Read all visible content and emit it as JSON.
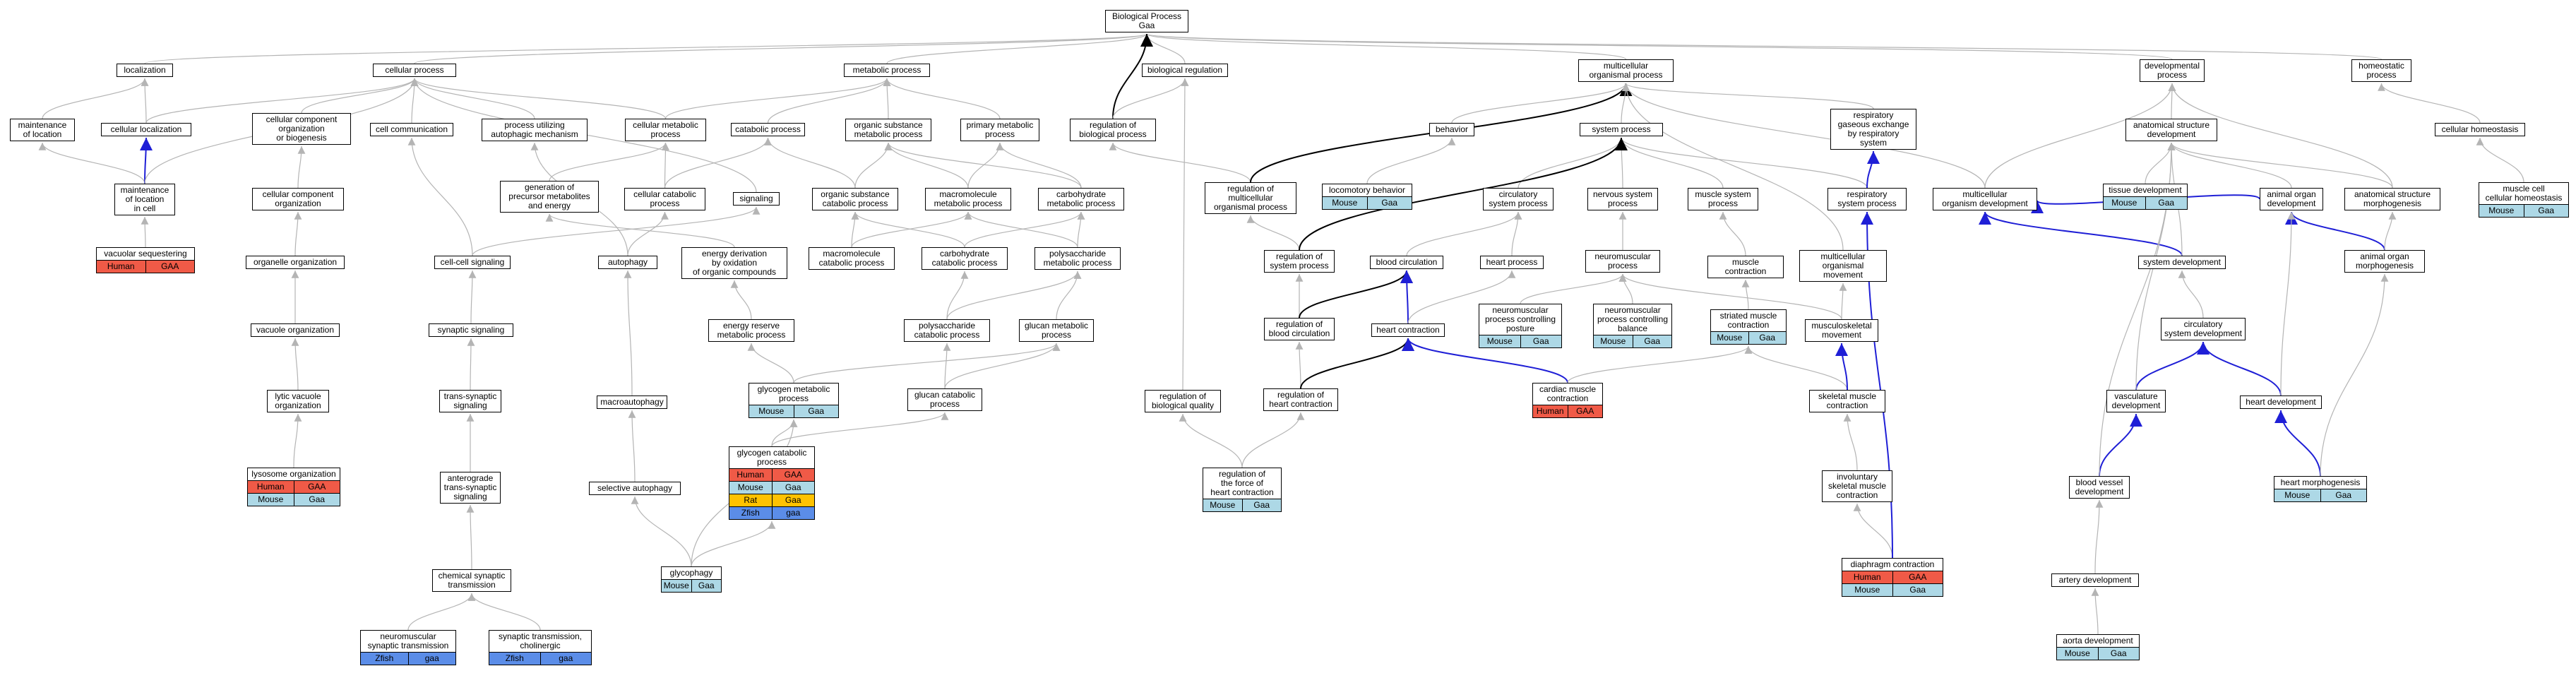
{
  "colors": {
    "human": "#f05a47",
    "mouse": "#add8e6",
    "rat": "#ffc200",
    "zfish": "#5b8de8",
    "edge_is_a": "#b4b4b4",
    "edge_regulates": "#000000",
    "edge_part_of": "#1f1fd6"
  },
  "nodes": [
    {
      "key": "bp",
      "label": "Biological Process\nGaa"
    },
    {
      "key": "loc",
      "label": "localization"
    },
    {
      "key": "cp",
      "label": "cellular process"
    },
    {
      "key": "mp",
      "label": "metabolic process"
    },
    {
      "key": "breg",
      "label": "biological regulation"
    },
    {
      "key": "mop",
      "label": "multicellular\norganismal process"
    },
    {
      "key": "dp",
      "label": "developmental\nprocess"
    },
    {
      "key": "hp",
      "label": "homeostatic\nprocess"
    },
    {
      "key": "mol",
      "label": "maintenance\nof location"
    },
    {
      "key": "cl",
      "label": "cellular localization"
    },
    {
      "key": "ccob",
      "label": "cellular component\norganization\nor biogenesis"
    },
    {
      "key": "cc",
      "label": "cell communication"
    },
    {
      "key": "puam",
      "label": "process utilizing\nautophagic mechanism"
    },
    {
      "key": "cmp",
      "label": "cellular metabolic\nprocess"
    },
    {
      "key": "catp",
      "label": "catabolic process"
    },
    {
      "key": "osmp",
      "label": "organic substance\nmetabolic process"
    },
    {
      "key": "pmp",
      "label": "primary metabolic\nprocess"
    },
    {
      "key": "rbp",
      "label": "regulation of\nbiological process"
    },
    {
      "key": "beh",
      "label": "behavior"
    },
    {
      "key": "sp",
      "label": "system process"
    },
    {
      "key": "rgerp",
      "label": "respiratory\ngaseous exchange\nby respiratory\nsystem"
    },
    {
      "key": "asd",
      "label": "anatomical structure\ndevelopment"
    },
    {
      "key": "chom",
      "label": "cellular homeostasis"
    },
    {
      "key": "molc",
      "label": "maintenance\nof location\nin cell"
    },
    {
      "key": "cco",
      "label": "cellular component\norganization"
    },
    {
      "key": "gpme",
      "label": "generation of\nprecursor metabolites\nand energy"
    },
    {
      "key": "ccp",
      "label": "cellular catabolic\nprocess"
    },
    {
      "key": "sig",
      "label": "signaling"
    },
    {
      "key": "oscp",
      "label": "organic substance\ncatabolic process"
    },
    {
      "key": "mmp",
      "label": "macromolecule\nmetabolic process"
    },
    {
      "key": "chmp",
      "label": "carbohydrate\nmetabolic process"
    },
    {
      "key": "rmop",
      "label": "regulation of\nmulticellular\norganismal process"
    },
    {
      "key": "lb",
      "label": "locomotory behavior",
      "ann": [
        {
          "sp": "mouse",
          "text": "Mouse"
        },
        {
          "sp": "mouse",
          "text": "Gaa"
        }
      ]
    },
    {
      "key": "csp",
      "label": "circulatory\nsystem process"
    },
    {
      "key": "nsp",
      "label": "nervous system\nprocess"
    },
    {
      "key": "msp",
      "label": "muscle system\nprocess"
    },
    {
      "key": "rsp",
      "label": "respiratory\nsystem process"
    },
    {
      "key": "mod",
      "label": "multicellular\norganism development"
    },
    {
      "key": "td",
      "label": "tissue development",
      "ann": [
        {
          "sp": "mouse",
          "text": "Mouse"
        },
        {
          "sp": "mouse",
          "text": "Gaa"
        }
      ]
    },
    {
      "key": "aod",
      "label": "animal organ\ndevelopment"
    },
    {
      "key": "asm",
      "label": "anatomical structure\nmorphogenesis"
    },
    {
      "key": "mcch",
      "label": "muscle cell\ncellular homeostasis",
      "ann": [
        {
          "sp": "mouse",
          "text": "Mouse"
        },
        {
          "sp": "mouse",
          "text": "Gaa"
        }
      ]
    },
    {
      "key": "vs",
      "label": "vacuolar sequestering",
      "ann": [
        {
          "sp": "human",
          "text": "Human"
        },
        {
          "sp": "human",
          "text": "GAA"
        }
      ]
    },
    {
      "key": "oo",
      "label": "organelle organization"
    },
    {
      "key": "ccs",
      "label": "cell-cell signaling"
    },
    {
      "key": "auto",
      "label": "autophagy"
    },
    {
      "key": "edox",
      "label": "energy derivation\nby oxidation\nof organic compounds"
    },
    {
      "key": "mcp",
      "label": "macromolecule\ncatabolic process"
    },
    {
      "key": "chcp",
      "label": "carbohydrate\ncatabolic process"
    },
    {
      "key": "psmp",
      "label": "polysaccharide\nmetabolic process"
    },
    {
      "key": "rsyp",
      "label": "regulation of\nsystem process"
    },
    {
      "key": "bc",
      "label": "blood circulation"
    },
    {
      "key": "hrtp",
      "label": "heart process"
    },
    {
      "key": "nmp",
      "label": "neuromuscular\nprocess"
    },
    {
      "key": "mc",
      "label": "muscle contraction"
    },
    {
      "key": "mom",
      "label": "multicellular\norganismal movement"
    },
    {
      "key": "sd",
      "label": "system development"
    },
    {
      "key": "aom",
      "label": "animal organ\nmorphogenesis"
    },
    {
      "key": "vo",
      "label": "vacuole organization"
    },
    {
      "key": "ss",
      "label": "synaptic signaling"
    },
    {
      "key": "erm",
      "label": "energy reserve\nmetabolic process"
    },
    {
      "key": "pcp",
      "label": "polysaccharide\ncatabolic process"
    },
    {
      "key": "gmp",
      "label": "glucan metabolic\nprocess"
    },
    {
      "key": "rbc",
      "label": "regulation of\nblood circulation"
    },
    {
      "key": "hc",
      "label": "heart contraction"
    },
    {
      "key": "npcp",
      "label": "neuromuscular\nprocess controlling\nposture",
      "ann": [
        {
          "sp": "mouse",
          "text": "Mouse"
        },
        {
          "sp": "mouse",
          "text": "Gaa"
        }
      ]
    },
    {
      "key": "npcb",
      "label": "neuromuscular\nprocess controlling\nbalance",
      "ann": [
        {
          "sp": "mouse",
          "text": "Mouse"
        },
        {
          "sp": "mouse",
          "text": "Gaa"
        }
      ]
    },
    {
      "key": "smc",
      "label": "striated muscle\ncontraction",
      "ann": [
        {
          "sp": "mouse",
          "text": "Mouse"
        },
        {
          "sp": "mouse",
          "text": "Gaa"
        }
      ]
    },
    {
      "key": "msm",
      "label": "musculoskeletal\nmovement"
    },
    {
      "key": "csd",
      "label": "circulatory\nsystem development"
    },
    {
      "key": "lvo",
      "label": "lytic vacuole\norganization"
    },
    {
      "key": "tss",
      "label": "trans-synaptic\nsignaling"
    },
    {
      "key": "mac",
      "label": "macroautophagy"
    },
    {
      "key": "gmet",
      "label": "glycogen metabolic\nprocess",
      "ann": [
        {
          "sp": "mouse",
          "text": "Mouse"
        },
        {
          "sp": "mouse",
          "text": "Gaa"
        }
      ]
    },
    {
      "key": "gcp",
      "label": "glucan catabolic\nprocess"
    },
    {
      "key": "rbq",
      "label": "regulation of\nbiological quality"
    },
    {
      "key": "rhc",
      "label": "regulation of\nheart contraction"
    },
    {
      "key": "cmc",
      "label": "cardiac muscle\ncontraction",
      "ann": [
        {
          "sp": "human",
          "text": "Human"
        },
        {
          "sp": "human",
          "text": "GAA"
        }
      ]
    },
    {
      "key": "skmc",
      "label": "skeletal muscle\ncontraction"
    },
    {
      "key": "vd",
      "label": "vasculature\ndevelopment"
    },
    {
      "key": "hd",
      "label": "heart development"
    },
    {
      "key": "lo",
      "label": "lysosome organization",
      "ann": [
        {
          "sp": "human",
          "text": "Human"
        },
        {
          "sp": "human",
          "text": "GAA"
        },
        {
          "sp": "mouse",
          "text": "Mouse"
        },
        {
          "sp": "mouse",
          "text": "Gaa"
        }
      ]
    },
    {
      "key": "atss",
      "label": "anterograde\ntrans-synaptic\nsignaling"
    },
    {
      "key": "sa",
      "label": "selective autophagy"
    },
    {
      "key": "gcat",
      "label": "glycogen catabolic\nprocess",
      "ann": [
        {
          "sp": "human",
          "text": "Human"
        },
        {
          "sp": "human",
          "text": "GAA"
        },
        {
          "sp": "mouse",
          "text": "Mouse"
        },
        {
          "sp": "mouse",
          "text": "Gaa"
        },
        {
          "sp": "rat",
          "text": "Rat"
        },
        {
          "sp": "rat",
          "text": "Gaa"
        },
        {
          "sp": "zfish",
          "text": "Zfish"
        },
        {
          "sp": "zfish",
          "text": "gaa"
        }
      ]
    },
    {
      "key": "rfhc",
      "label": "regulation of\nthe force of\nheart contraction",
      "ann": [
        {
          "sp": "mouse",
          "text": "Mouse"
        },
        {
          "sp": "mouse",
          "text": "Gaa"
        }
      ]
    },
    {
      "key": "ivsmc",
      "label": "involuntary\nskeletal muscle\ncontraction"
    },
    {
      "key": "bvd",
      "label": "blood vessel\ndevelopment"
    },
    {
      "key": "hm",
      "label": "heart morphogenesis",
      "ann": [
        {
          "sp": "mouse",
          "text": "Mouse"
        },
        {
          "sp": "mouse",
          "text": "Gaa"
        }
      ]
    },
    {
      "key": "cst",
      "label": "chemical synaptic\ntransmission"
    },
    {
      "key": "glyc",
      "label": "glycophagy",
      "ann": [
        {
          "sp": "mouse",
          "text": "Mouse"
        },
        {
          "sp": "mouse",
          "text": "Gaa"
        }
      ]
    },
    {
      "key": "dc",
      "label": "diaphragm contraction",
      "ann": [
        {
          "sp": "human",
          "text": "Human"
        },
        {
          "sp": "human",
          "text": "GAA"
        },
        {
          "sp": "mouse",
          "text": "Mouse"
        },
        {
          "sp": "mouse",
          "text": "Gaa"
        }
      ]
    },
    {
      "key": "ad",
      "label": "artery development"
    },
    {
      "key": "nmst",
      "label": "neuromuscular\nsynaptic transmission",
      "ann": [
        {
          "sp": "zfish",
          "text": "Zfish"
        },
        {
          "sp": "zfish",
          "text": "gaa"
        }
      ]
    },
    {
      "key": "stc",
      "label": "synaptic transmission,\ncholinergic",
      "ann": [
        {
          "sp": "zfish",
          "text": "Zfish"
        },
        {
          "sp": "zfish",
          "text": "gaa"
        }
      ]
    },
    {
      "key": "aod2",
      "label": "aorta development",
      "ann": [
        {
          "sp": "mouse",
          "text": "Mouse"
        },
        {
          "sp": "mouse",
          "text": "Gaa"
        }
      ]
    }
  ],
  "edges": [
    [
      "loc",
      "bp",
      "is_a"
    ],
    [
      "cp",
      "bp",
      "is_a"
    ],
    [
      "mp",
      "bp",
      "is_a"
    ],
    [
      "breg",
      "bp",
      "is_a"
    ],
    [
      "mop",
      "bp",
      "is_a"
    ],
    [
      "dp",
      "bp",
      "is_a"
    ],
    [
      "hp",
      "bp",
      "is_a"
    ],
    [
      "rbp",
      "bp",
      "regulates"
    ],
    [
      "mol",
      "loc",
      "is_a"
    ],
    [
      "cl",
      "loc",
      "is_a"
    ],
    [
      "cl",
      "cp",
      "is_a"
    ],
    [
      "ccob",
      "cp",
      "is_a"
    ],
    [
      "cc",
      "cp",
      "is_a"
    ],
    [
      "puam",
      "cp",
      "is_a"
    ],
    [
      "cmp",
      "cp",
      "is_a"
    ],
    [
      "cmp",
      "mp",
      "is_a"
    ],
    [
      "catp",
      "mp",
      "is_a"
    ],
    [
      "osmp",
      "mp",
      "is_a"
    ],
    [
      "pmp",
      "mp",
      "is_a"
    ],
    [
      "rbp",
      "breg",
      "is_a"
    ],
    [
      "molc",
      "mol",
      "is_a"
    ],
    [
      "molc",
      "cl",
      "part_of"
    ],
    [
      "molc",
      "cp",
      "is_a"
    ],
    [
      "cco",
      "ccob",
      "is_a"
    ],
    [
      "gpme",
      "cmp",
      "is_a"
    ],
    [
      "ccp",
      "cmp",
      "is_a"
    ],
    [
      "ccp",
      "catp",
      "is_a"
    ],
    [
      "sig",
      "cp",
      "is_a"
    ],
    [
      "oscp",
      "catp",
      "is_a"
    ],
    [
      "oscp",
      "osmp",
      "is_a"
    ],
    [
      "mmp",
      "osmp",
      "is_a"
    ],
    [
      "mmp",
      "pmp",
      "is_a"
    ],
    [
      "chmp",
      "osmp",
      "is_a"
    ],
    [
      "chmp",
      "pmp",
      "is_a"
    ],
    [
      "rmop",
      "rbp",
      "is_a"
    ],
    [
      "rmop",
      "mop",
      "regulates"
    ],
    [
      "beh",
      "mop",
      "is_a"
    ],
    [
      "sp",
      "mop",
      "is_a"
    ],
    [
      "rgerp",
      "mop",
      "is_a"
    ],
    [
      "lb",
      "beh",
      "is_a"
    ],
    [
      "csp",
      "sp",
      "is_a"
    ],
    [
      "nsp",
      "sp",
      "is_a"
    ],
    [
      "msp",
      "sp",
      "is_a"
    ],
    [
      "rsp",
      "sp",
      "is_a"
    ],
    [
      "rsp",
      "rgerp",
      "part_of"
    ],
    [
      "mod",
      "mop",
      "is_a"
    ],
    [
      "mod",
      "dp",
      "is_a"
    ],
    [
      "asd",
      "dp",
      "is_a"
    ],
    [
      "td",
      "asd",
      "is_a"
    ],
    [
      "aod",
      "asd",
      "is_a"
    ],
    [
      "asm",
      "asd",
      "is_a"
    ],
    [
      "asm",
      "dp",
      "is_a"
    ],
    [
      "aod",
      "mod",
      "part_of"
    ],
    [
      "chom",
      "hp",
      "is_a"
    ],
    [
      "mcch",
      "chom",
      "is_a"
    ],
    [
      "vs",
      "molc",
      "is_a"
    ],
    [
      "oo",
      "cco",
      "is_a"
    ],
    [
      "ccs",
      "cc",
      "is_a"
    ],
    [
      "ccs",
      "sig",
      "is_a"
    ],
    [
      "auto",
      "puam",
      "is_a"
    ],
    [
      "auto",
      "ccp",
      "is_a"
    ],
    [
      "edox",
      "gpme",
      "is_a"
    ],
    [
      "mcp",
      "oscp",
      "is_a"
    ],
    [
      "mcp",
      "mmp",
      "is_a"
    ],
    [
      "chcp",
      "oscp",
      "is_a"
    ],
    [
      "chcp",
      "chmp",
      "is_a"
    ],
    [
      "psmp",
      "mmp",
      "is_a"
    ],
    [
      "psmp",
      "chmp",
      "is_a"
    ],
    [
      "rsyp",
      "rmop",
      "is_a"
    ],
    [
      "rsyp",
      "sp",
      "regulates"
    ],
    [
      "bc",
      "csp",
      "is_a"
    ],
    [
      "hrtp",
      "csp",
      "is_a"
    ],
    [
      "nmp",
      "nsp",
      "is_a"
    ],
    [
      "mc",
      "msp",
      "is_a"
    ],
    [
      "mom",
      "mop",
      "is_a"
    ],
    [
      "sd",
      "mod",
      "part_of"
    ],
    [
      "sd",
      "asd",
      "is_a"
    ],
    [
      "aom",
      "aod",
      "part_of"
    ],
    [
      "aom",
      "asm",
      "is_a"
    ],
    [
      "vo",
      "oo",
      "is_a"
    ],
    [
      "ss",
      "ccs",
      "is_a"
    ],
    [
      "erm",
      "edox",
      "is_a"
    ],
    [
      "pcp",
      "chcp",
      "is_a"
    ],
    [
      "pcp",
      "psmp",
      "is_a"
    ],
    [
      "gmp",
      "psmp",
      "is_a"
    ],
    [
      "rbc",
      "rsyp",
      "is_a"
    ],
    [
      "rbc",
      "bc",
      "regulates"
    ],
    [
      "hc",
      "bc",
      "part_of"
    ],
    [
      "hc",
      "hrtp",
      "is_a"
    ],
    [
      "npcp",
      "nmp",
      "is_a"
    ],
    [
      "npcb",
      "nmp",
      "is_a"
    ],
    [
      "smc",
      "mc",
      "is_a"
    ],
    [
      "msm",
      "mom",
      "is_a"
    ],
    [
      "msm",
      "nmp",
      "is_a"
    ],
    [
      "csd",
      "sd",
      "is_a"
    ],
    [
      "lvo",
      "vo",
      "is_a"
    ],
    [
      "tss",
      "ss",
      "is_a"
    ],
    [
      "mac",
      "auto",
      "is_a"
    ],
    [
      "gmet",
      "erm",
      "is_a"
    ],
    [
      "gmet",
      "gmp",
      "is_a"
    ],
    [
      "gcp",
      "pcp",
      "is_a"
    ],
    [
      "gcp",
      "gmp",
      "is_a"
    ],
    [
      "rbq",
      "breg",
      "is_a"
    ],
    [
      "rhc",
      "rbc",
      "is_a"
    ],
    [
      "rhc",
      "hc",
      "regulates"
    ],
    [
      "cmc",
      "hc",
      "part_of"
    ],
    [
      "cmc",
      "smc",
      "is_a"
    ],
    [
      "skmc",
      "smc",
      "is_a"
    ],
    [
      "skmc",
      "msm",
      "part_of"
    ],
    [
      "vd",
      "csd",
      "part_of"
    ],
    [
      "vd",
      "asd",
      "is_a"
    ],
    [
      "hd",
      "csd",
      "part_of"
    ],
    [
      "hd",
      "aod",
      "is_a"
    ],
    [
      "lo",
      "lvo",
      "is_a"
    ],
    [
      "atss",
      "tss",
      "is_a"
    ],
    [
      "sa",
      "mac",
      "is_a"
    ],
    [
      "gcat",
      "gmet",
      "is_a"
    ],
    [
      "gcat",
      "gcp",
      "is_a"
    ],
    [
      "rfhc",
      "rhc",
      "is_a"
    ],
    [
      "rfhc",
      "rbq",
      "is_a"
    ],
    [
      "ivsmc",
      "skmc",
      "is_a"
    ],
    [
      "bvd",
      "vd",
      "part_of"
    ],
    [
      "bvd",
      "asd",
      "is_a"
    ],
    [
      "hm",
      "hd",
      "part_of"
    ],
    [
      "hm",
      "aom",
      "is_a"
    ],
    [
      "cst",
      "atss",
      "is_a"
    ],
    [
      "glyc",
      "sa",
      "is_a"
    ],
    [
      "glyc",
      "gcat",
      "is_a"
    ],
    [
      "glyc",
      "gmet",
      "is_a"
    ],
    [
      "dc",
      "ivsmc",
      "is_a"
    ],
    [
      "dc",
      "rsp",
      "part_of"
    ],
    [
      "ad",
      "bvd",
      "is_a"
    ],
    [
      "nmst",
      "cst",
      "is_a"
    ],
    [
      "stc",
      "cst",
      "is_a"
    ],
    [
      "aod2",
      "ad",
      "is_a"
    ]
  ]
}
